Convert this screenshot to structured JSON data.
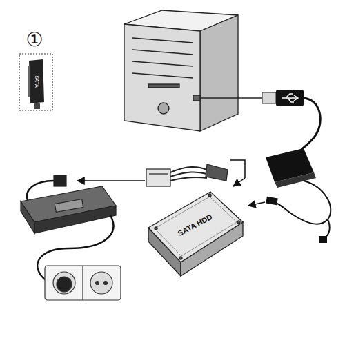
{
  "diagram": {
    "nodes": [
      {
        "text": [
          "SATA HDD"
        ]
      }
    ],
    "labels": [
      "①",
      "SATA"
    ]
  }
}
